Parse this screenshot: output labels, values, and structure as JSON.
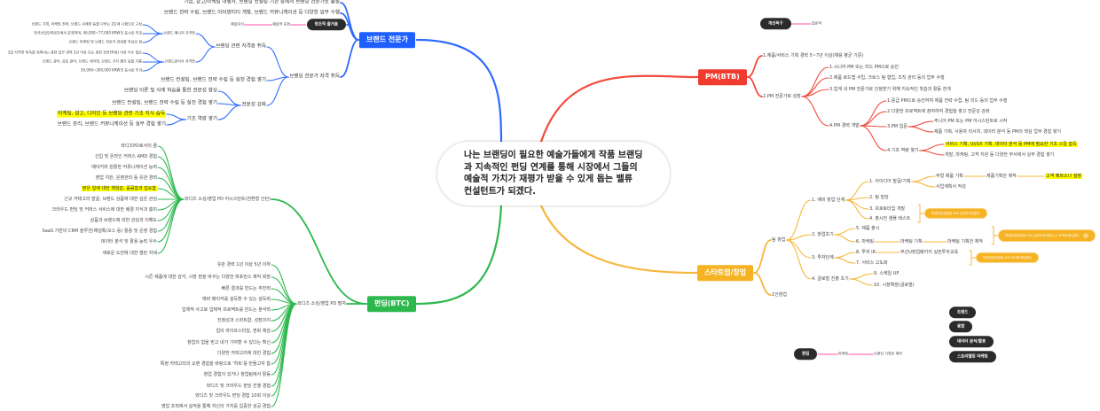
{
  "center": {
    "text": "나는 브랜딩이 필요한 예술가들에게 작품 브랜딩과 지속적인 펀딩 연계를 통해 시장에서 그들의 예술적 가치가 재평가 받을 수 있게 돕는 밸류 컨설턴트가 되겠다."
  },
  "colors": {
    "brand": "#1f5eff",
    "funding": "#2db84d",
    "pm": "#f03c2e",
    "startup": "#f5b324",
    "pill": "#2b2b2b",
    "link": "#ff9ccf",
    "highlight": "#ffff00"
  },
  "branches": {
    "brand": {
      "label": "브랜드 전문가",
      "children": [
        {
          "label": "기업, 광고/마케팅 대행사, 브랜딩 컨설팅 기관 등에서 브랜딩 전문가로 활동"
        },
        {
          "label": "브랜드 전략 수립, 브랜드 아이덴티티 개발, 브랜드 커뮤니케이션 등 다양한 업무 수행"
        },
        {
          "label": "창조적 즐거움",
          "children": [
            {
              "label": "예술적 표현",
              "children": [
                {
                  "label": "예술지식"
                }
              ]
            }
          ]
        },
        {
          "label": "브랜딩 전문가 자격 취득",
          "children": [
            {
              "label": "브랜딩 관련 자격증 취득",
              "children": [
                {
                  "label": "브랜드 매니저 자격증",
                  "children": [
                    {
                      "label": "브랜드 기획, 마케팅 전략, 브랜드 사례화 등을 다루는 2단계 시험으로 구성"
                    },
                    {
                      "label": "한국산업인력공단에서 운영하며, 46,000~77,000 KRW의 응시료 부과"
                    },
                    {
                      "label": "브랜드 마케팅 및 브랜드 전문가 양성을 목표로 함"
                    }
                  ]
                },
                {
                  "label": "브랜드관리사 자격증",
                  "children": [
                    {
                      "label": "3급 자격증 취득을 위해서는 관련 업무 경력 2년 이상 또는 관련 전공(학위) 이상 이수 필요"
                    },
                    {
                      "label": "브랜드 관리, 상표 관리, 브랜드 네이밍, 브랜드 가치 평가 등을 다룸"
                    },
                    {
                      "label": "50,000~300,000 KRW의 응시료 부과"
                    }
                  ]
                }
              ]
            },
            {
              "label": "브랜드 컨설팅, 브랜드 전략 수립 등 실전 경험 쌓기"
            },
            {
              "label": "전문성 강화",
              "children": [
                {
                  "label": "브랜딩 이론 및 사례 학습을 통한 전문성 향상"
                },
                {
                  "label": "브랜드 컨설팅, 브랜드 전략 수립 등 실전 경험 쌓기"
                },
                {
                  "label": "기초 역량 쌓기",
                  "children": [
                    {
                      "label": "마케팅, 광고, 디자인 등 브랜딩 관련 기초 지식 습득"
                    },
                    {
                      "label": "브랜드 관리, 브랜드 커뮤니케이션 등 실무 경험 쌓기"
                    }
                  ]
                }
              ]
            }
          ]
        }
      ]
    },
    "funding": {
      "label": "펀딩(BTC)",
      "children": [
        {
          "label": "와디즈 소싱/영업 PD 어시스턴트(전환형 인턴)",
          "children": [
            {
              "label": "와디즈PD로서의 꿈"
            },
            {
              "label": "신입 및 온라인 커머스 AMD 경험"
            },
            {
              "label": "메이커와 원활한 커뮤니케이션 능력"
            },
            {
              "label": "영업 지원, 운영관리 등 유관 경력"
            },
            {
              "label": "맡은 일에 대한 책임감, 꼼꼼함과 집요함"
            },
            {
              "label": "신규 카테고리 발굴, 브랜드 상품에 대한 깊은 관심"
            },
            {
              "label": "크라우드 펀딩 및 커머스 서비스에 대한 배경 지식과 흥미"
            },
            {
              "label": "상품과 브랜드에 대한 관심과 이해도"
            },
            {
              "label": "SaaS 기반의 CRM 솔루션(채널톡/오스 등) 활용 및 운영 경험"
            },
            {
              "label": "데이터 분석 및 활용 능력 우수"
            },
            {
              "label": "새로운 도전에 대한 열린 자세"
            }
          ]
        },
        {
          "label": "와디즈 소싱/영업 PD 팔자",
          "children": [
            {
              "label": "유관 경력 1년 이상 5년 이하"
            },
            {
              "label": "시즌 제품에 대한 감각, 시장 판을 바꾸는 다양한 퍼포먼스 제작 희망"
            },
            {
              "label": "빠른 결과를 만드는 추진력"
            },
            {
              "label": "예비 메이커를 설득할 수 있는 설득력"
            },
            {
              "label": "입체적 사고로 입체적 프로젝트를 만드는 분석력"
            },
            {
              "label": "진정성과 스마트함, 성장의지"
            },
            {
              "label": "업의 라이프스타일, 변화 체감"
            },
            {
              "label": "창업의 힘을 믿고 내가 기여할 수 있다는 확신"
            },
            {
              "label": "다양한 카테고리에 대한 경험"
            },
            {
              "label": "특정 카테고리의 오랜 경험을 바탕으로 '히트'를 만들고자 함"
            },
            {
              "label": "창업 경험이 있거나 창업팀에서 활동"
            },
            {
              "label": "와디즈 및 크라우드 펀딩 진행 경험"
            },
            {
              "label": "와디즈 및 크라우드 펀딩 경험 10회 이상"
            },
            {
              "label": "영업 조직에서 실적을 통해 자신의 가치를 입증한 성공 경험"
            }
          ]
        }
      ]
    },
    "pm": {
      "label": "PM(BTB)",
      "children": [
        {
          "label": "1.제품/서비스 기획 경력 5~7년 이상(채용 평균 기준)"
        },
        {
          "label": "2.PM 전문가로 성장",
          "children": [
            {
              "label": "1.시니어 PM 또는 리드 PM으로 승진"
            },
            {
              "label": "2.제품 로드맵 수립, 크로스 팀 협업, 조직 관리 등의 업무 수행"
            },
            {
              "label": "3.업계 내 PM 전문가로 인정받기 위해 지속적인 학습과 활동 전개"
            },
            {
              "label": "4.PM 경력 개발",
              "children": [
                {
                  "label": "1.중급 PM으로 승진하여 제품 전략 수립, 팀 리드 등의 업무 수행"
                },
                {
                  "label": "2.다양한 프로젝트에 참여하여 경험을 쌓고 전문성 강화"
                },
                {
                  "label": "3.PM 입문",
                  "children": [
                    {
                      "label": "주니어 PM 또는 PM 어시스턴트로 시작"
                    },
                    {
                      "label": "제품 기획, 사용자 리서치, 데이터 분석 등 PM의 핵심 업무 경험 쌓기"
                    }
                  ]
                },
                {
                  "label": "4.기초 역량 쌓기",
                  "children": [
                    {
                      "label": "서비스 기획, UI/UX 기획, 데이터 분석 등 PM에 필요한 기초 스킬 습득"
                    },
                    {
                      "label": "개발, 마케팅, 고객 지원 등 다양한 부서에서 실무 경험 쌓기"
                    }
                  ]
                }
              ]
            }
          ]
        }
      ]
    },
    "startup": {
      "label": "스타트업/창업",
      "children": [
        {
          "label": "팀 창업",
          "children": [
            {
              "label": "1. 예비 창업 단계",
              "badge": "학생창업유망팀 300 실전도약(일반)",
              "children": [
                {
                  "label": "1. 아이디어 발굴/기획",
                  "children": [
                    {
                      "label": "무형 제품 기획",
                      "children": [
                        {
                          "label": "제품기획안 제작",
                          "children": [
                            {
                              "label": "고객 페르소나 설정"
                            }
                          ]
                        }
                      ]
                    },
                    {
                      "label": "사업계획서 작성"
                    }
                  ]
                },
                {
                  "label": "2. 팀 빌딩"
                },
                {
                  "label": "3. 프로토타입 개발"
                },
                {
                  "label": "4. 출시전 샘플 테스트"
                }
              ]
            },
            {
              "label": "2. 창업초기",
              "badge": "학생창업유망팀 300 실전도약(일반) or 도약트랙(일반)",
              "children": [
                {
                  "label": "5. 제품 출시"
                },
                {
                  "label": "6. 마케팅",
                  "children": [
                    {
                      "label": "마케팅 기획",
                      "children": [
                        {
                          "label": "마케팅 기획안 제작"
                        }
                      ]
                    }
                  ]
                }
              ]
            },
            {
              "label": "3. 투자단계",
              "badge": "학생창업유망팀 300 도약트랙(일반)",
              "children": [
                {
                  "label": "8. 투자 IR",
                  "children": [
                    {
                      "label": "부산U창업패키지 실전투자교육"
                    }
                  ]
                },
                {
                  "label": "7. 서비스 고도화"
                }
              ]
            },
            {
              "label": "4. 글로벌 진출 초기",
              "children": [
                {
                  "label": "9. 스케일 UP"
                },
                {
                  "label": "10. 시장확장(글로벌)"
                }
              ]
            }
          ]
        },
        {
          "label": "1인창업"
        }
      ]
    }
  },
  "extras": {
    "improve": {
      "label": "개선욕구",
      "children": [
        {
          "label": "질문력"
        }
      ]
    },
    "edit": {
      "label": "편집",
      "children": [
        {
          "label": "마케팅",
          "children": [
            {
              "label": "브랜딩 기획안 제작"
            }
          ]
        }
      ]
    },
    "keywords": [
      "트렌드",
      "융합",
      "데이터 분석/활용",
      "스토리텔링 마케팅"
    ]
  }
}
